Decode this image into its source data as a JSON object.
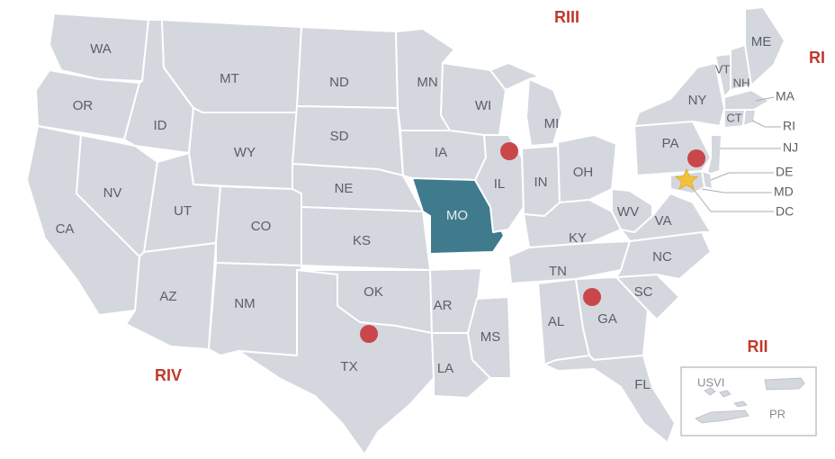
{
  "map": {
    "highlight_color": "#3f7b8c",
    "state_color": "#d4d7dd",
    "marker_color": "#c9474b",
    "star_color": "#f2c23a",
    "region_color": "#c0392b",
    "states": {
      "WA": "WA",
      "OR": "OR",
      "CA": "CA",
      "ID": "ID",
      "NV": "NV",
      "MT": "MT",
      "WY": "WY",
      "UT": "UT",
      "AZ": "AZ",
      "CO": "CO",
      "NM": "NM",
      "ND": "ND",
      "SD": "SD",
      "NE": "NE",
      "KS": "KS",
      "OK": "OK",
      "TX": "TX",
      "MN": "MN",
      "IA": "IA",
      "MO": "MO",
      "AR": "AR",
      "LA": "LA",
      "WI": "WI",
      "IL": "IL",
      "MS": "MS",
      "MI": "MI",
      "IN": "IN",
      "OH": "OH",
      "KY": "KY",
      "TN": "TN",
      "AL": "AL",
      "GA": "GA",
      "FL": "FL",
      "SC": "SC",
      "NC": "NC",
      "VA": "VA",
      "WV": "WV",
      "PA": "PA",
      "NY": "NY",
      "VT": "VT",
      "NH": "NH",
      "ME": "ME"
    },
    "callouts": {
      "MA": "MA",
      "RI": "RI",
      "CT": "CT",
      "NJ": "NJ",
      "DE": "DE",
      "MD": "MD",
      "DC": "DC"
    },
    "regions": {
      "RI": "RI",
      "RII": "RII",
      "RIII": "RIII",
      "RIV": "RIV"
    },
    "inset": {
      "usvi": "USVI",
      "pr": "PR"
    }
  }
}
